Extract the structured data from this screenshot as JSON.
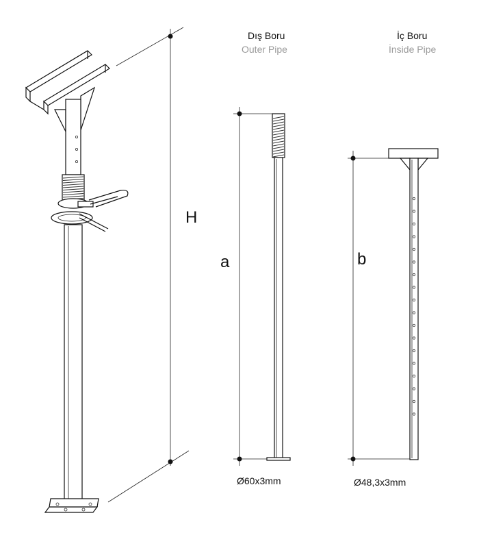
{
  "outer_pipe": {
    "title": "Dış Boru",
    "subtitle": "Outer Pipe",
    "dimension_label": "a",
    "size": "Ø60x3mm"
  },
  "inner_pipe": {
    "title": "İç Boru",
    "subtitle": "İnside Pipe",
    "dimension_label": "b",
    "size": "Ø48,3x3mm"
  },
  "assembly": {
    "height_label": "H"
  }
}
